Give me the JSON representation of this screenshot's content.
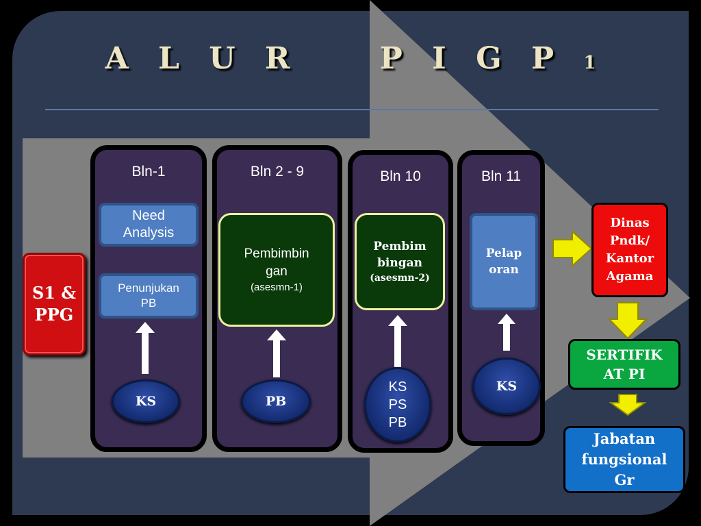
{
  "title": {
    "main": "A L U R    P I G P",
    "suffix": "1"
  },
  "start_box": {
    "lines": [
      "S1 &",
      "PPG"
    ]
  },
  "columns": [
    {
      "label": "Bln-1",
      "boxes": [
        {
          "lines": [
            "Need",
            "Analysis"
          ]
        },
        {
          "lines": [
            "Penunjukan",
            "PB"
          ]
        }
      ],
      "oval": [
        "KS"
      ]
    },
    {
      "label": "Bln 2 - 9",
      "box": {
        "lines": [
          "Pembimbin",
          "gan"
        ],
        "sub": "(asesmn-1)"
      },
      "oval": [
        "PB"
      ]
    },
    {
      "label": "Bln 10",
      "box": {
        "lines": [
          "Pembim",
          "bingan"
        ],
        "sub": "(asesmn-2)"
      },
      "oval": [
        "KS",
        "PS",
        "PB"
      ]
    },
    {
      "label": "Bln 11",
      "box": {
        "lines": [
          "Pelap",
          "oran"
        ]
      },
      "oval": [
        "KS"
      ]
    }
  ],
  "outcomes": [
    {
      "lines": [
        "Dinas",
        "Pndk/",
        "Kantor",
        "Agama"
      ],
      "color": "#ee0b0b"
    },
    {
      "lines": [
        "SERTIFIK",
        "AT PI"
      ],
      "color": "#0aa640"
    },
    {
      "lines": [
        "Jabatan",
        "fungsional",
        "Gr"
      ],
      "color": "#1370c9"
    }
  ],
  "colors": {
    "background": "#2d3a52",
    "panel": "#3b2c54",
    "arrow": "#808080",
    "connector": "#f2ee00"
  }
}
